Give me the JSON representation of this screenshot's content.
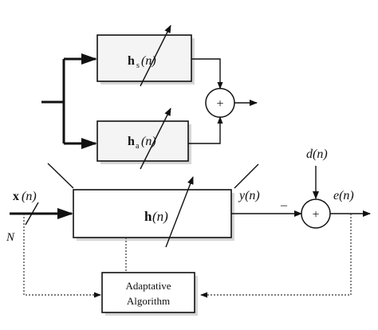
{
  "blocks": {
    "hs": "h",
    "hs_sub": "s",
    "ha": "h",
    "ha_sub": "a",
    "h": "h",
    "arg": "(n)",
    "adaptive_line1": "Adaptative",
    "adaptive_line2": "Algorithm"
  },
  "junctions": {
    "sum_top": "+",
    "sum_error": "+",
    "minus": "–"
  },
  "signals": {
    "x": "x",
    "x_arg": "(n)",
    "N": "N",
    "y": "y(n)",
    "d": "d(n)",
    "e": "e(n)"
  }
}
